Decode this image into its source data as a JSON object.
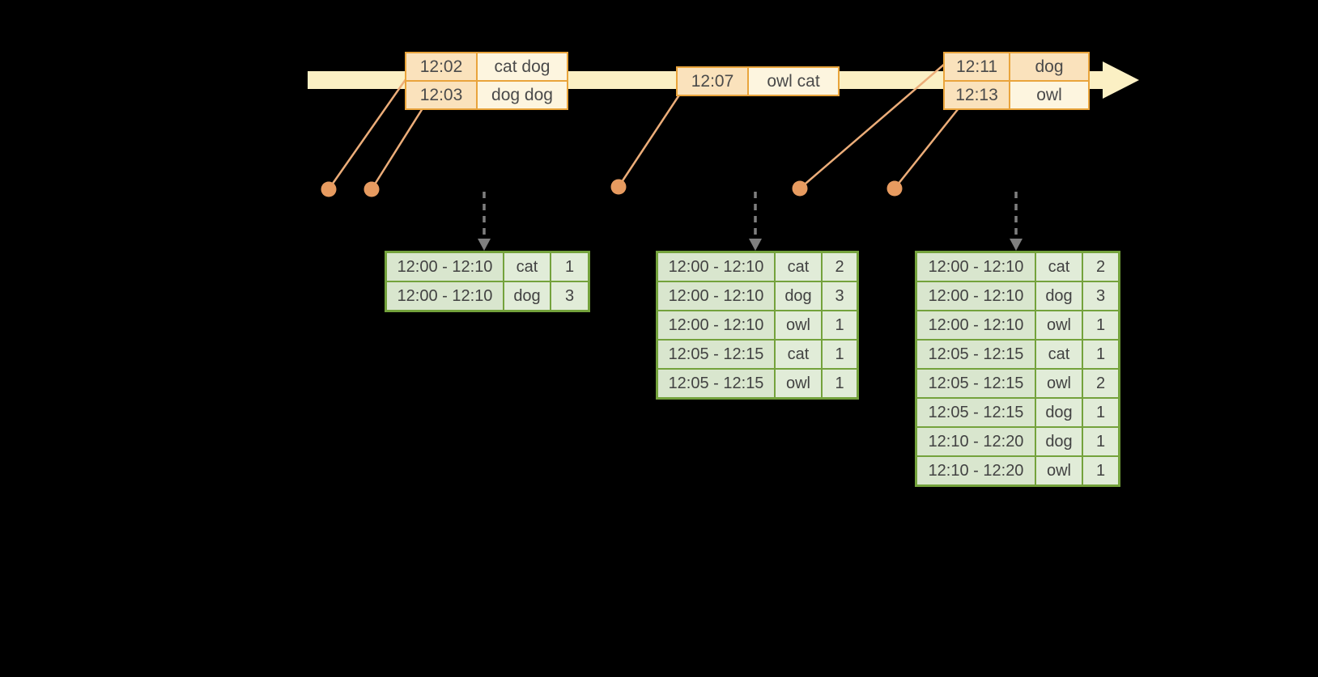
{
  "event_tables": [
    {
      "rows": [
        {
          "time": "12:02",
          "words": "cat dog"
        },
        {
          "time": "12:03",
          "words": "dog dog"
        }
      ]
    },
    {
      "rows": [
        {
          "time": "12:07",
          "words": "owl cat"
        }
      ]
    },
    {
      "rows": [
        {
          "time": "12:11",
          "words": "dog"
        },
        {
          "time": "12:13",
          "words": "owl"
        }
      ]
    }
  ],
  "result_tables": [
    {
      "rows": [
        {
          "window": "12:00 - 12:10",
          "word": "cat",
          "count": "1"
        },
        {
          "window": "12:00 - 12:10",
          "word": "dog",
          "count": "3"
        }
      ]
    },
    {
      "rows": [
        {
          "window": "12:00 - 12:10",
          "word": "cat",
          "count": "2"
        },
        {
          "window": "12:00 - 12:10",
          "word": "dog",
          "count": "3"
        },
        {
          "window": "12:00 - 12:10",
          "word": "owl",
          "count": "1"
        },
        {
          "window": "12:05 - 12:15",
          "word": "cat",
          "count": "1"
        },
        {
          "window": "12:05 - 12:15",
          "word": "owl",
          "count": "1"
        }
      ]
    },
    {
      "rows": [
        {
          "window": "12:00 - 12:10",
          "word": "cat",
          "count": "2"
        },
        {
          "window": "12:00 - 12:10",
          "word": "dog",
          "count": "3"
        },
        {
          "window": "12:00 - 12:10",
          "word": "owl",
          "count": "1"
        },
        {
          "window": "12:05 - 12:15",
          "word": "cat",
          "count": "1"
        },
        {
          "window": "12:05 - 12:15",
          "word": "owl",
          "count": "2"
        },
        {
          "window": "12:05 - 12:15",
          "word": "dog",
          "count": "1"
        },
        {
          "window": "12:10 - 12:20",
          "word": "dog",
          "count": "1"
        },
        {
          "window": "12:10 - 12:20",
          "word": "owl",
          "count": "1"
        }
      ]
    }
  ],
  "colors": {
    "background": "#000000",
    "timeline_fill": "#FBF0C4",
    "event_border": "#E9A43C",
    "event_time_fill": "#FAE2BC",
    "event_word_fill": "#FDF5DF",
    "connector_line": "#ECAD79",
    "event_dot": "#E79B60",
    "trigger_arrow": "#7F7F7F",
    "result_border": "#74A23C",
    "result_window_fill": "#D9E6CE",
    "result_cell_fill": "#E1ECD8"
  }
}
